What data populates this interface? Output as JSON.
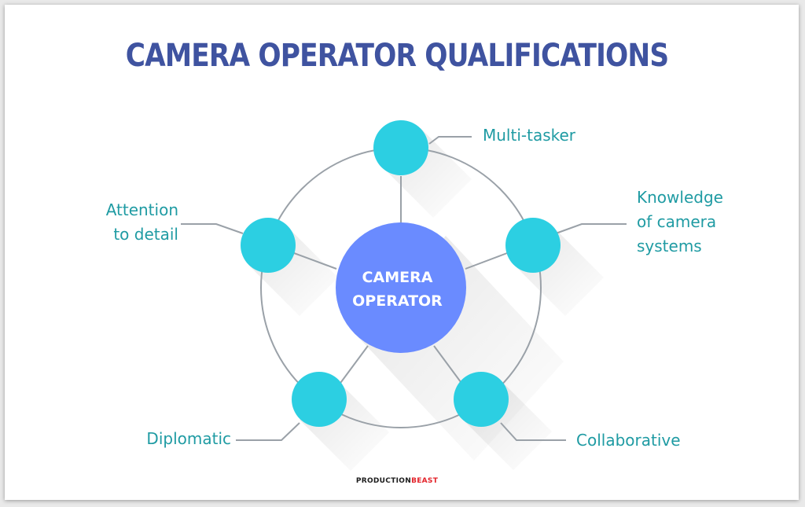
{
  "title": "CAMERA OPERATOR QUALIFICATIONS",
  "center": {
    "label": "CAMERA\nOPERATOR"
  },
  "qualifications": [
    {
      "label": "Multi-tasker"
    },
    {
      "label": "Knowledge\nof camera\nsystems"
    },
    {
      "label": "Collaborative"
    },
    {
      "label": "Diplomatic"
    },
    {
      "label": "Attention\nto detail"
    }
  ],
  "brand": {
    "part1": "PRODUCTION",
    "part2": "BEAST"
  },
  "colors": {
    "title": "#3f53a0",
    "center_node": "#6a8bff",
    "outer_node": "#2ccfe2",
    "label_text": "#1f9ba3",
    "lines": "#9aa1a8",
    "brand_red": "#e3232a"
  }
}
